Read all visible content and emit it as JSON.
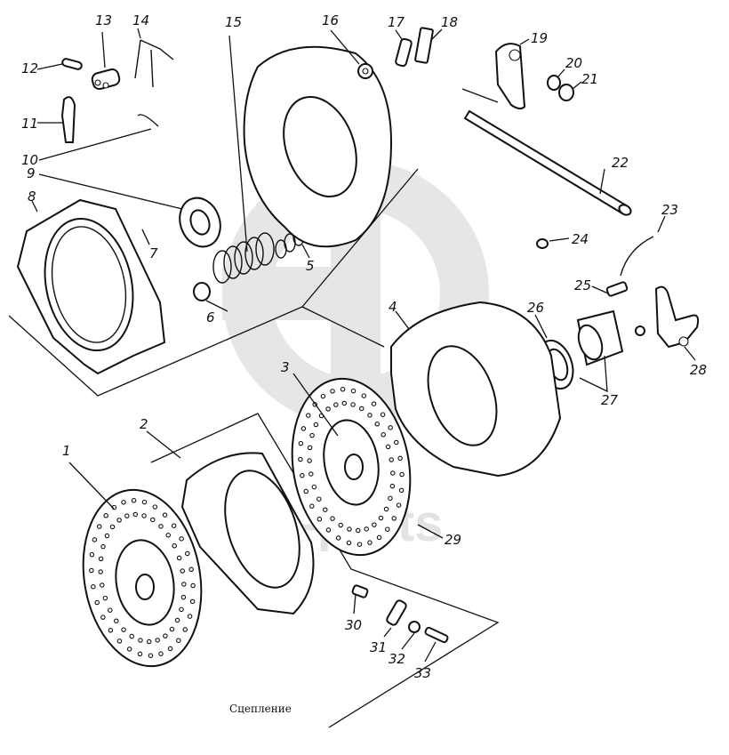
{
  "diagram": {
    "title": "Сцепление",
    "watermark": {
      "logo_text": "GD",
      "brand_text": "data-parts",
      "color": "#e6e6e6"
    },
    "line_color": "#111111",
    "background": "#ffffff",
    "parts": [
      {
        "id": "1",
        "label": "1",
        "name": "driven-disc-front"
      },
      {
        "id": "2",
        "label": "2",
        "name": "intermediate-plate-assembly"
      },
      {
        "id": "3",
        "label": "3",
        "name": "driven-disc-rear"
      },
      {
        "id": "4",
        "label": "4",
        "name": "clutch-cover-assembly"
      },
      {
        "id": "5",
        "label": "5",
        "name": "inner-pressure-spring"
      },
      {
        "id": "6",
        "label": "6",
        "name": "insulating-washer"
      },
      {
        "id": "7",
        "label": "7",
        "name": "cotter-pin"
      },
      {
        "id": "8",
        "label": "8",
        "name": "pressure-plate"
      },
      {
        "id": "9",
        "label": "9",
        "name": "spring-retainer"
      },
      {
        "id": "10",
        "label": "10",
        "name": "lever-spring"
      },
      {
        "id": "11",
        "label": "11",
        "name": "release-lever"
      },
      {
        "id": "12",
        "label": "12",
        "name": "lever-pin"
      },
      {
        "id": "13",
        "label": "13",
        "name": "lever-fork"
      },
      {
        "id": "14",
        "label": "14",
        "name": "return-spring"
      },
      {
        "id": "15",
        "label": "15",
        "name": "outer-pressure-spring"
      },
      {
        "id": "16",
        "label": "16",
        "name": "adjusting-nut"
      },
      {
        "id": "17",
        "label": "17",
        "name": "locking-plate"
      },
      {
        "id": "18",
        "label": "18",
        "name": "retaining-plate"
      },
      {
        "id": "19",
        "label": "19",
        "name": "release-fork-lever"
      },
      {
        "id": "20",
        "label": "20",
        "name": "seal-ring"
      },
      {
        "id": "21",
        "label": "21",
        "name": "bushing"
      },
      {
        "id": "22",
        "label": "22",
        "name": "release-shaft"
      },
      {
        "id": "23",
        "label": "23",
        "name": "lubrication-hose"
      },
      {
        "id": "24",
        "label": "24",
        "name": "washer"
      },
      {
        "id": "25",
        "label": "25",
        "name": "release-spring"
      },
      {
        "id": "26",
        "label": "26",
        "name": "release-bearing"
      },
      {
        "id": "27",
        "label": "27",
        "name": "release-sleeve-assembly"
      },
      {
        "id": "28",
        "label": "28",
        "name": "release-fork"
      },
      {
        "id": "29",
        "label": "29",
        "name": "damper-spring"
      },
      {
        "id": "30",
        "label": "30",
        "name": "spring"
      },
      {
        "id": "31",
        "label": "31",
        "name": "lever"
      },
      {
        "id": "32",
        "label": "32",
        "name": "nut"
      },
      {
        "id": "33",
        "label": "33",
        "name": "bolt"
      }
    ]
  }
}
